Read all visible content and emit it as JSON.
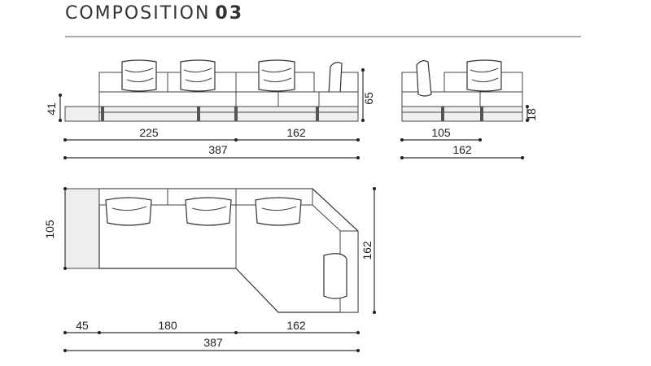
{
  "title": {
    "word": "COMPOSITION",
    "number": "03"
  },
  "front_view": {
    "height_total": "65",
    "height_seat": "41",
    "width_left": "225",
    "width_right": "162",
    "width_total": "387"
  },
  "side_view": {
    "height_base": "18",
    "depth": "105",
    "width_total": "162"
  },
  "plan_view": {
    "depth_left": "105",
    "depth_right": "162",
    "seg_1": "45",
    "seg_2": "180",
    "seg_3": "162",
    "total": "387"
  }
}
